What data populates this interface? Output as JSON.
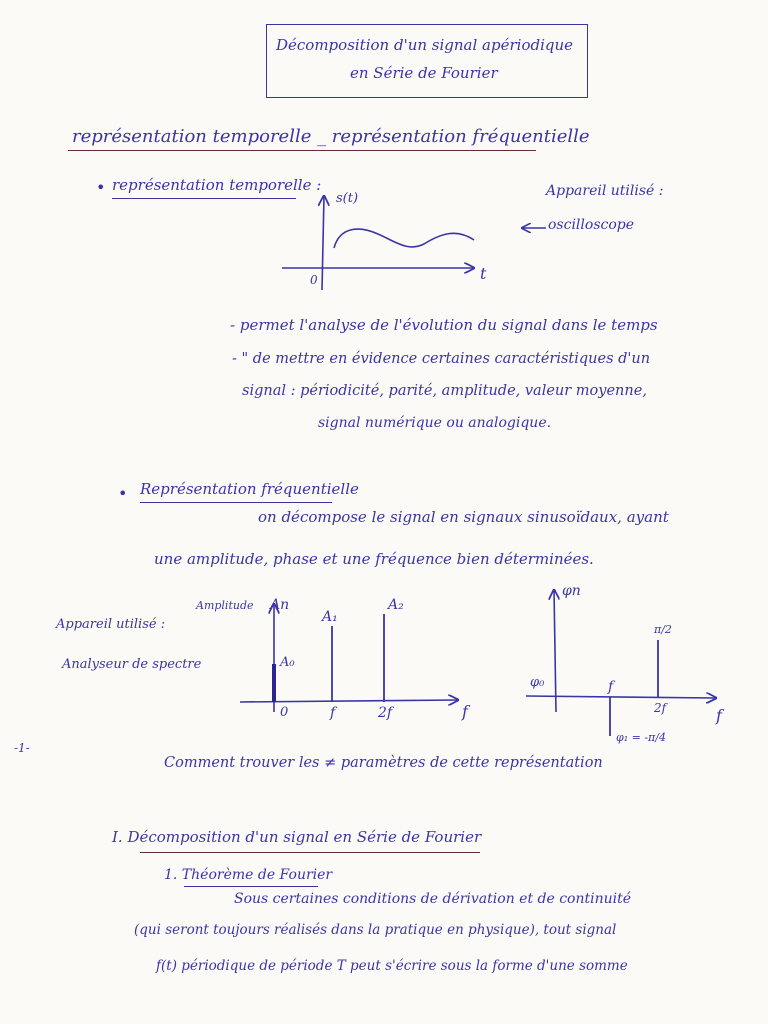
{
  "title": {
    "line1": "Décomposition d'un signal apériodique",
    "line2": "en Série de Fourier"
  },
  "header_line": "représentation temporelle _ représentation fréquentielle",
  "section_temporelle": {
    "bullet": "•",
    "heading": "représentation temporelle :",
    "appareil_label": "Appareil utilisé :",
    "appareil_name": "oscilloscope",
    "graph": {
      "y_label": "s(t)",
      "x_label": "t",
      "origin": "0"
    },
    "lines": [
      "- permet l'analyse de l'évolution du signal dans le temps",
      "- \" de mettre en évidence certaines caractéristiques d'un",
      "signal : périodicité, parité, amplitude, valeur moyenne,",
      "signal numérique ou analogique."
    ]
  },
  "section_frequentielle": {
    "bullet": "•",
    "heading": "Représentation fréquentielle",
    "lines": [
      "on décompose le signal en signaux sinusoïdaux, ayant",
      "une amplitude, phase et une fréquence bien déterminées."
    ],
    "appareil_label": "Appareil utilisé :",
    "appareil_name": "Analyseur de spectre",
    "amplitude_graph": {
      "y_axis_label": "Amplitude",
      "y_label": "An",
      "x_label": "f",
      "origin": "0",
      "labels": [
        "A₀",
        "A₁",
        "A₂"
      ],
      "ticks": [
        "f",
        "2f"
      ]
    },
    "phase_graph": {
      "y_label": "φn",
      "x_label": "f",
      "labels": [
        "φ₀",
        "π/2",
        "φ₁ = -π/4"
      ],
      "ticks": [
        "f",
        "2f"
      ]
    },
    "question": "Comment trouver les ≠ paramètres de cette représentation"
  },
  "margin_note": "-1-",
  "section_I": {
    "heading": "I. Décomposition d'un signal en Série de Fourier",
    "subheading": "1. Théorème de Fourier",
    "lines": [
      "Sous certaines conditions de dérivation et de continuité",
      "(qui seront toujours réalisés dans la pratique en physique), tout signal",
      "f(t) périodique de période T peut s'écrire sous la forme d'une somme"
    ]
  },
  "colors": {
    "ink": "#3a35a6",
    "underline": "#6a2a3a",
    "paper": "#fbfaf7"
  }
}
